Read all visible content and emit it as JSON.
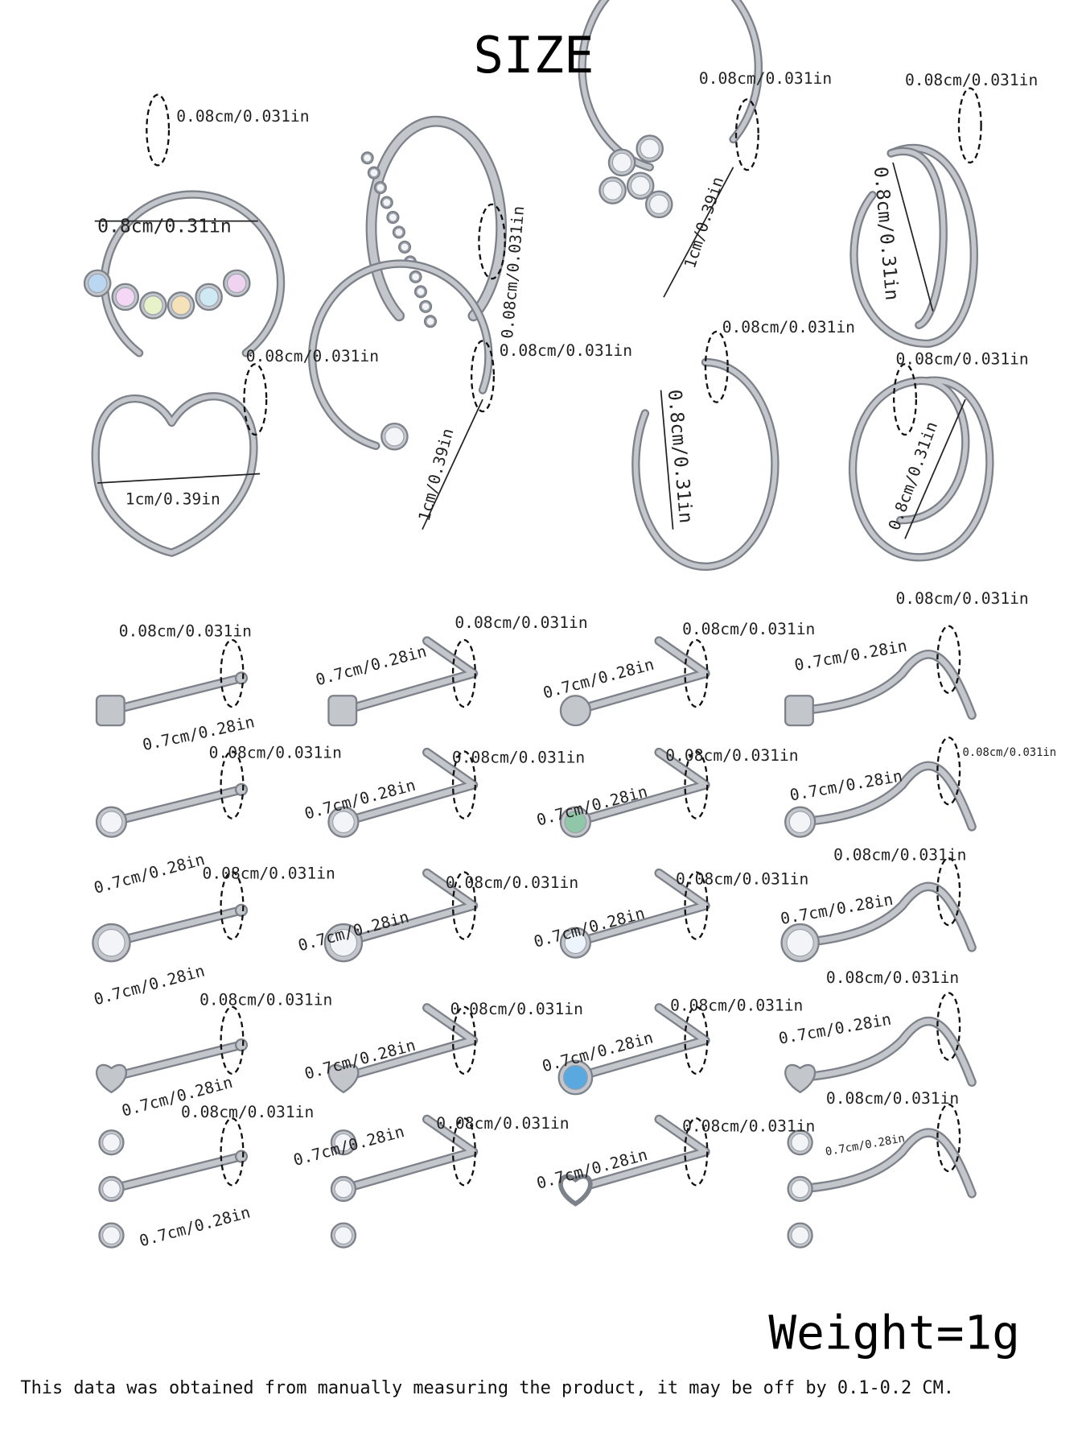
{
  "title": "SIZE",
  "weight": "Weight=1g",
  "disclaimer": "This data was obtained from manually measuring the product, it may be off by 0.1-0.2 CM.",
  "colors": {
    "metal": "#c3c7cc",
    "metal_dark": "#7d828a",
    "dash": "#111111",
    "opal_blue": "#5aa8e0"
  },
  "rings": [
    {
      "shape": "seamless-ring-with-crystals",
      "gauge": "0.08cm/0.031in",
      "diameter": "0.8cm/0.31in"
    },
    {
      "shape": "hinged-pave-ring",
      "gauge": "0.08cm/0.031in"
    },
    {
      "shape": "flower-crystal-ring",
      "gauge": "0.08cm/0.031in",
      "diameter": "1cm/0.39in"
    },
    {
      "shape": "double-hoop-ring",
      "gauge": "0.08cm/0.031in",
      "diameter": "0.8cm/0.31in"
    },
    {
      "shape": "heart-ring",
      "gauge": "0.08cm/0.031in",
      "diameter": "1cm/0.39in"
    },
    {
      "shape": "crystal-end-hoop",
      "gauge": "0.08cm/0.031in",
      "diameter": "1cm/0.39in"
    },
    {
      "shape": "plain-hoop",
      "gauge": "0.08cm/0.031in",
      "diameter": "0.8cm/0.31in"
    },
    {
      "shape": "spiral-hoop",
      "gauge": "0.08cm/0.031in",
      "diameter": "0.8cm/0.31in"
    }
  ],
  "studs": [
    {
      "shape": "bone-disc",
      "gauge": "0.08cm/0.031in",
      "length": "0.7cm/0.28in"
    },
    {
      "shape": "l-bend-disc",
      "gauge": "0.08cm/0.031in",
      "length": "0.7cm/0.28in"
    },
    {
      "shape": "l-bend-ball",
      "gauge": "0.08cm/0.031in",
      "length": "0.7cm/0.28in"
    },
    {
      "shape": "screw-disc",
      "gauge": "0.08cm/0.031in",
      "length": "0.7cm/0.28in"
    },
    {
      "shape": "bone-crystal",
      "gauge": "0.08cm/0.031in",
      "length": "0.7cm/0.28in"
    },
    {
      "shape": "l-bend-crystal",
      "gauge": "0.08cm/0.031in",
      "length": "0.7cm/0.28in"
    },
    {
      "shape": "l-bend-ab-crystal",
      "gauge": "0.08cm/0.031in",
      "length": "0.7cm/0.28in"
    },
    {
      "shape": "screw-crystal",
      "gauge": "0.08cm/0.031in",
      "length": "0.7cm/0.28in"
    },
    {
      "shape": "bone-prong-crystal",
      "gauge": "0.08cm/0.031in",
      "length": "0.7cm/0.28in"
    },
    {
      "shape": "l-bend-prong-crystal",
      "gauge": "0.08cm/0.031in",
      "length": "0.7cm/0.28in"
    },
    {
      "shape": "l-bend-white-opal",
      "gauge": "0.08cm/0.031in",
      "length": "0.7cm/0.28in"
    },
    {
      "shape": "screw-prong-crystal",
      "gauge": "0.08cm/0.031in",
      "length": "0.7cm/0.28in"
    },
    {
      "shape": "bone-heart",
      "gauge": "0.08cm/0.031in",
      "length": "0.7cm/0.28in"
    },
    {
      "shape": "l-bend-heart",
      "gauge": "0.08cm/0.031in",
      "length": "0.7cm/0.28in"
    },
    {
      "shape": "l-bend-blue-opal",
      "gauge": "0.08cm/0.031in",
      "length": "0.7cm/0.28in"
    },
    {
      "shape": "screw-heart",
      "gauge": "0.08cm/0.031in",
      "length": "0.7cm/0.28in"
    },
    {
      "shape": "bone-triple-crystal",
      "gauge": "0.08cm/0.031in",
      "length": "0.7cm/0.28in"
    },
    {
      "shape": "l-bend-triple-crystal",
      "gauge": "0.08cm/0.031in",
      "length": "0.7cm/0.28in"
    },
    {
      "shape": "l-bend-heart-outline",
      "gauge": "0.08cm/0.031in",
      "length": "0.7cm/0.28in"
    },
    {
      "shape": "screw-triple-crystal",
      "gauge": "0.08cm/0.031in",
      "length": "0.7cm/0.28in"
    }
  ],
  "extra_gauge": "0.08cm/0.031in"
}
